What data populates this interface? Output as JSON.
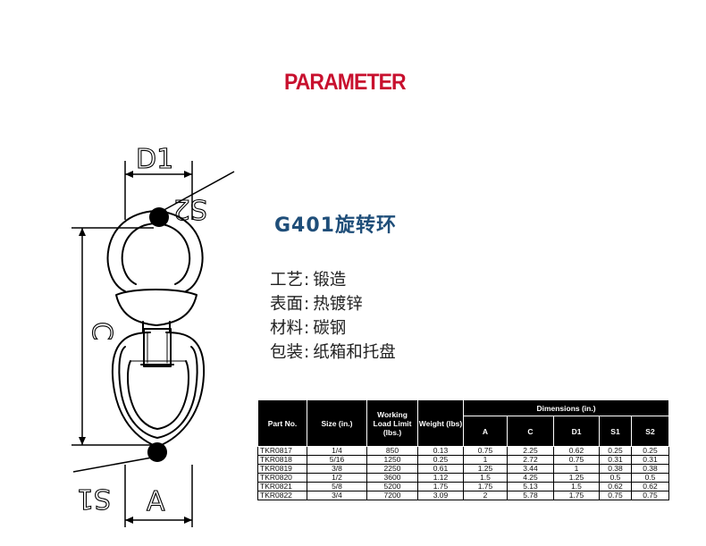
{
  "heading": {
    "text": "PARAMETER",
    "color": "#c8102e"
  },
  "drawing": {
    "dimension_labels": {
      "d1": "D1",
      "s2": "S2",
      "c": "C",
      "s1": "S1",
      "a": "A"
    }
  },
  "product": {
    "title": "G401旋转环",
    "title_color": "#1f4e79"
  },
  "specs": [
    {
      "key": "工艺",
      "sep": ":",
      "value": "锻造"
    },
    {
      "key": "表面",
      "sep": ":",
      "value": "热镀锌"
    },
    {
      "key": "材料",
      "sep": ":",
      "value": "碳钢"
    },
    {
      "key": "包装",
      "sep": ":",
      "value": "纸箱和托盘"
    }
  ],
  "table": {
    "headers": {
      "part_no": "Part No.",
      "size": "Size  (in.)",
      "wll": "Working Load Limit (lbs.)",
      "weight": "Weight (lbs)",
      "dimensions": "Dimensions (in.)",
      "a": "A",
      "c": "C",
      "d1": "D1",
      "s1": "S1",
      "s2": "S2"
    },
    "rows": [
      [
        "TKR0817",
        "1/4",
        "850",
        "0.13",
        "0.75",
        "2.25",
        "0.62",
        "0.25",
        "0.25"
      ],
      [
        "TKR0818",
        "5/16",
        "1250",
        "0.25",
        "1",
        "2.72",
        "0.75",
        "0.31",
        "0.31"
      ],
      [
        "TKR0819",
        "3/8",
        "2250",
        "0.61",
        "1.25",
        "3.44",
        "1",
        "0.38",
        "0.38"
      ],
      [
        "TKR0820",
        "1/2",
        "3600",
        "1.12",
        "1.5",
        "4.25",
        "1.25",
        "0.5",
        "0.5"
      ],
      [
        "TKR0821",
        "5/8",
        "5200",
        "1.75",
        "1.75",
        "5.13",
        "1.5",
        "0.62",
        "0.62"
      ],
      [
        "TKR0822",
        "3/4",
        "7200",
        "3.09",
        "2",
        "5.78",
        "1.75",
        "0.75",
        "0.75"
      ]
    ]
  }
}
